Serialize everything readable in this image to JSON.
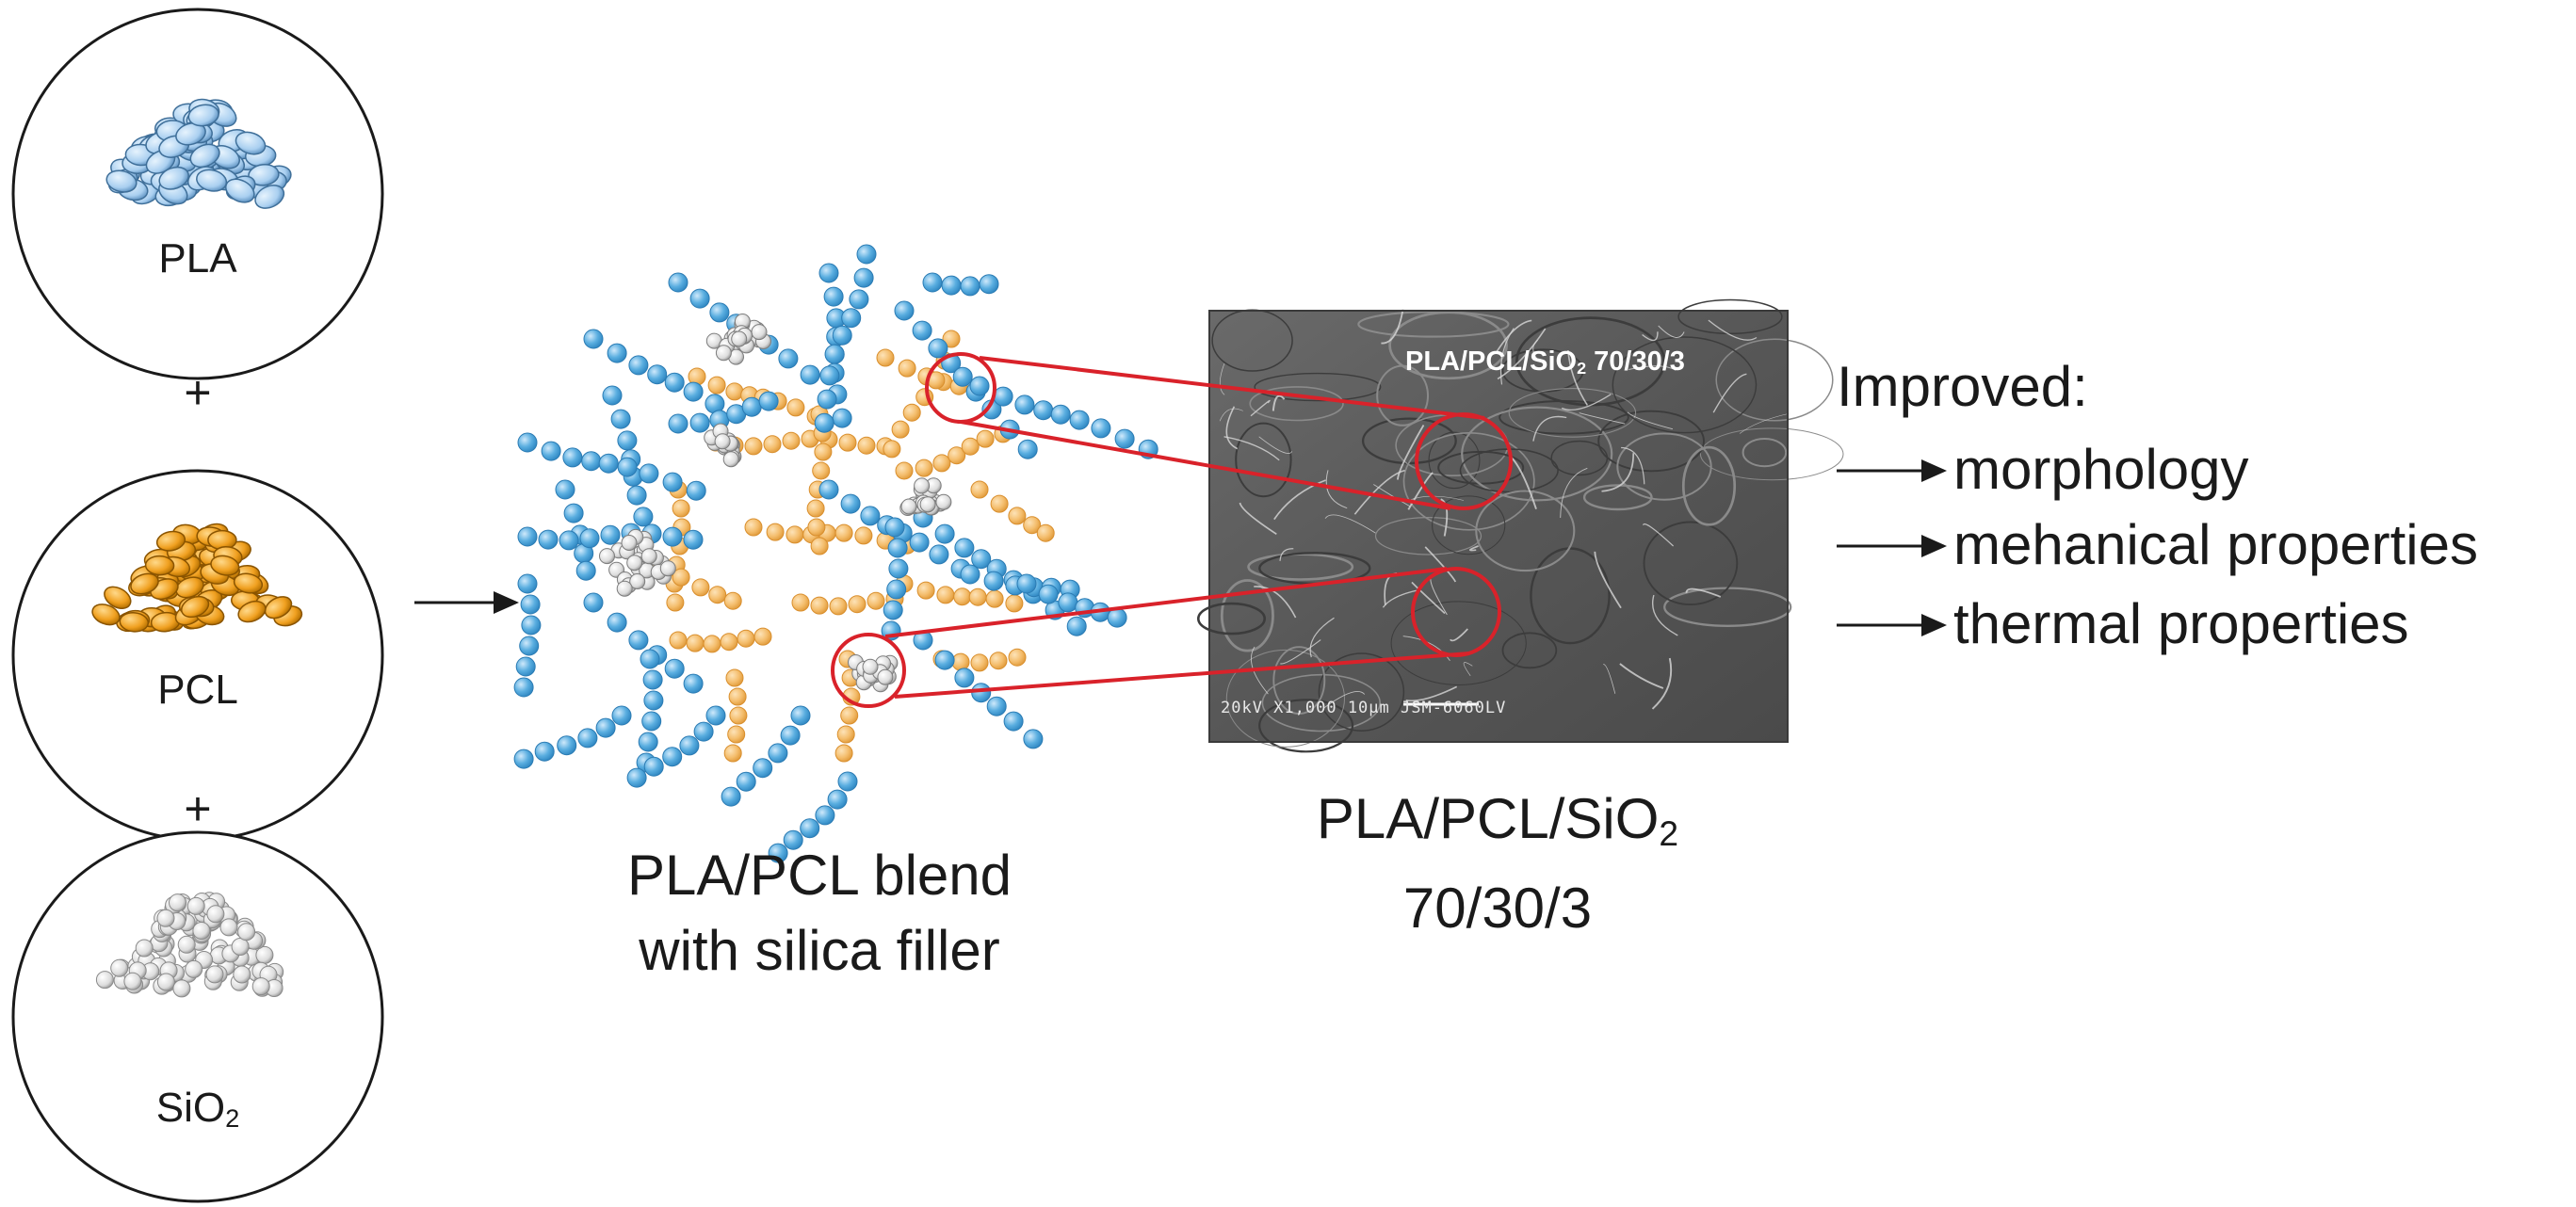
{
  "ingredients": [
    {
      "name": "PLA",
      "sub": "",
      "color": "#a9cff0"
    },
    {
      "name": "PCL",
      "sub": "",
      "color": "#f0a020"
    },
    {
      "name": "SiO",
      "sub": "2",
      "color": "#e4e4e4"
    }
  ],
  "plus_sign": "+",
  "blend": {
    "caption_line1": "PLA/PCL blend",
    "caption_line2": "with silica filler",
    "pla_bead_color": "#5aaee0",
    "pcl_bead_color": "#f4bd6c",
    "silica_color": "#dcdcdc"
  },
  "sem": {
    "overlay_title_a": "PLA/PCL/SiO",
    "overlay_title_sub": "2",
    "overlay_title_b": " 70/30/3",
    "scale_bar_text": "20kV   X1,000   10μm   JSM-6060LV",
    "caption_line1_a": "PLA/PCL/SiO",
    "caption_line1_sub": "2",
    "caption_line2": "70/30/3"
  },
  "highlight_color": "#d9222a",
  "improved": {
    "title": "Improved:",
    "items": [
      "morphology",
      "mehanical properties",
      "thermal properties"
    ]
  }
}
